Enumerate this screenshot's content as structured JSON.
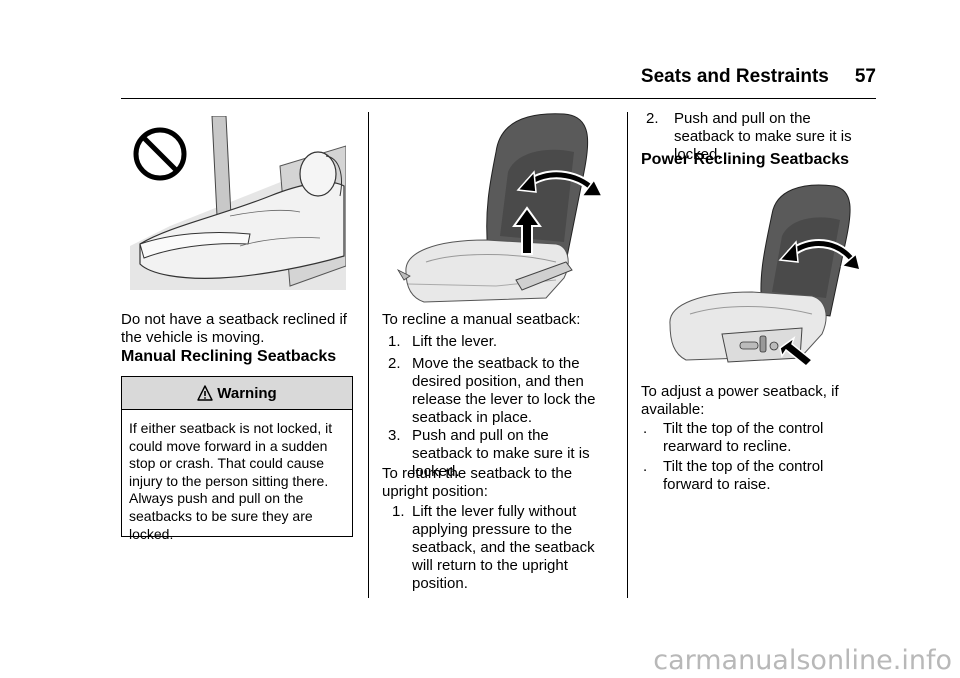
{
  "header": {
    "section": "Seats and Restraints",
    "page_number": "57"
  },
  "column1": {
    "caption": "Do not have a seatback reclined if the vehicle is moving.",
    "heading": "Manual Reclining Seatbacks",
    "warning": {
      "title": "Warning",
      "body": "If either seatback is not locked, it could move forward in a sudden stop or crash. That could cause injury to the person sitting there. Always push and pull on the seatbacks to be sure they are locked."
    }
  },
  "column2": {
    "intro": "To recline a manual seatback:",
    "steps": [
      {
        "num": "1.",
        "text": "Lift the lever."
      },
      {
        "num": "2.",
        "text": "Move the seatback to the desired position, and then release the lever to lock the seatback in place."
      },
      {
        "num": "3.",
        "text": "Push and pull on the seatback to make sure it is locked."
      }
    ],
    "return_intro": "To return the seatback to the upright position:",
    "return_steps": [
      {
        "num": "1.",
        "text": "Lift the lever fully without applying pressure to the seatback, and the seatback will return to the upright position."
      }
    ]
  },
  "column3": {
    "step2": {
      "num": "2.",
      "text": "Push and pull on the seatback to make sure it is locked."
    },
    "heading": "Power Reclining Seatbacks",
    "intro": "To adjust a power seatback, if available:",
    "bullets": [
      {
        "mark": ".",
        "text": "Tilt the top of the control rearward to recline."
      },
      {
        "mark": ".",
        "text": "Tilt the top of the control forward to raise."
      }
    ]
  },
  "watermark": "carmanualsonline.info",
  "icons": [
    "prohibition-icon",
    "warning-triangle-icon",
    "recline-arrow-icon",
    "lift-arrow-icon",
    "control-pointer-icon"
  ]
}
